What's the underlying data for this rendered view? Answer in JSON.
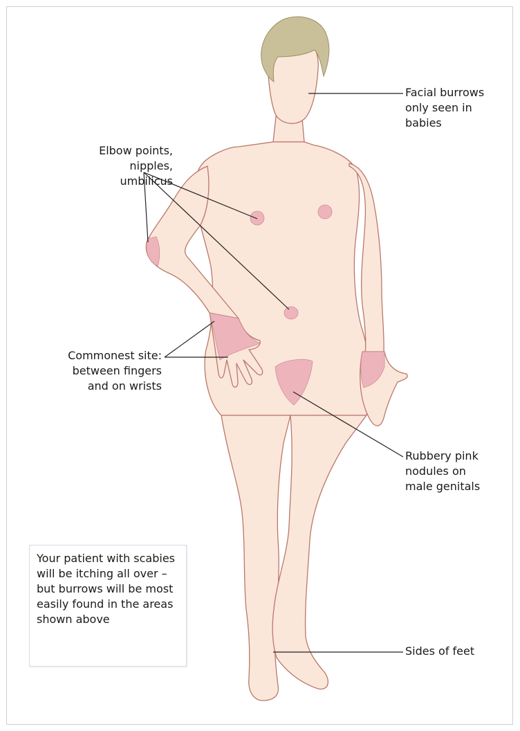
{
  "labels": {
    "facial": "Facial burrows\nonly seen in\nbabies",
    "elbow": "Elbow points,\nnipples,\numbilicus",
    "commonest": "Commonest site:\nbetween fingers\nand on wrists",
    "genitals": "Rubbery pink\nnodules on\nmale genitals",
    "feet": "Sides of feet"
  },
  "note": {
    "text": "Your patient with scabies will be itching all over – but burrows will be most easily found in the areas shown above"
  },
  "colors": {
    "skin": "#fbe6da",
    "outline": "#b9786a",
    "lesion": "#ecb0b8",
    "hair": "#c9c09a",
    "leader": "#222222"
  }
}
